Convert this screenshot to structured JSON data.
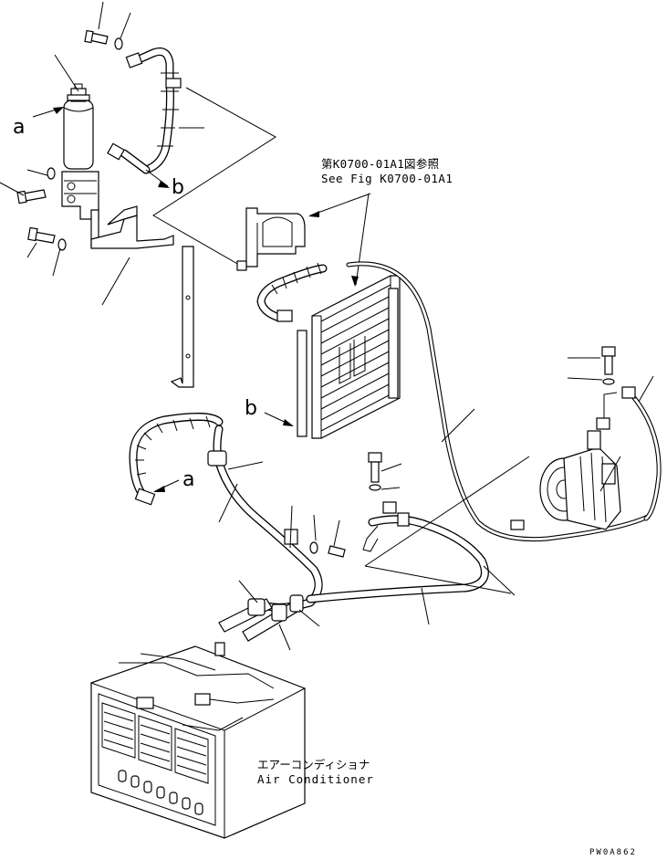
{
  "references": {
    "cooler_ref_jp": "第K0700-01A1図参照",
    "cooler_ref_en": "See Fig K0700-01A1"
  },
  "connection_labels": {
    "a_top": "a",
    "b_top": "b",
    "b_mid": "b",
    "a_mid": "a"
  },
  "unit_label": {
    "jp": "エアーコンディショナ",
    "en": "Air Conditioner"
  },
  "drawing_code": "PW0A862"
}
